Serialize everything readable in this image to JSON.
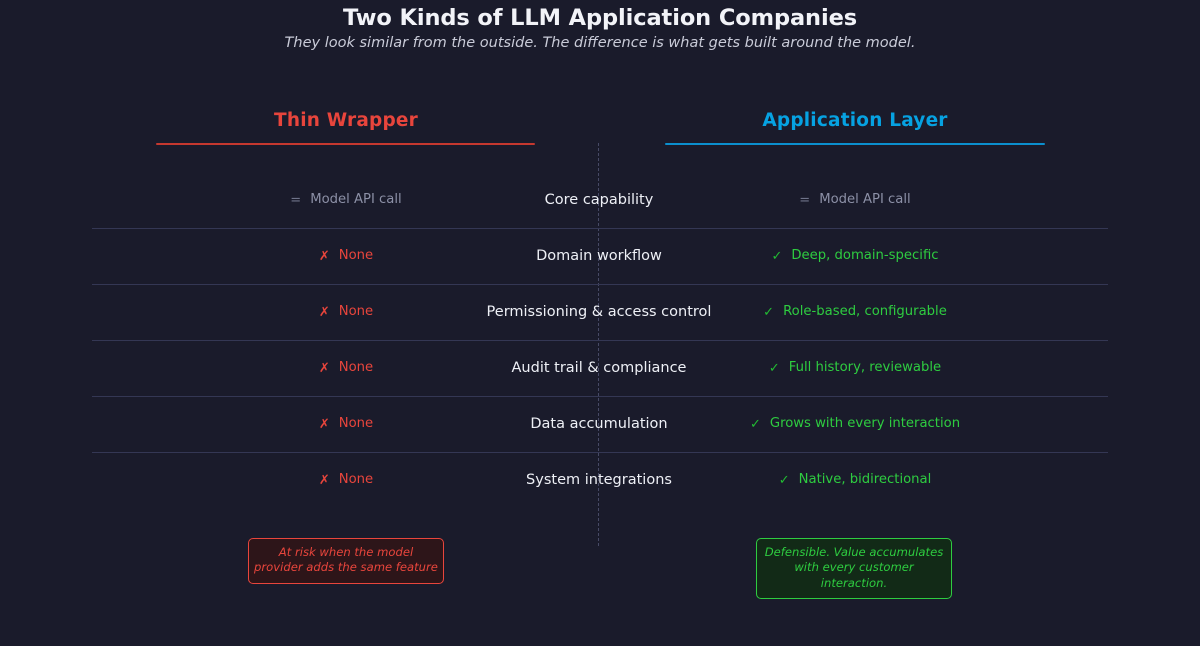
{
  "header": {
    "title": "Two Kinds of LLM Application Companies",
    "subtitle": "They look similar from the outside. The difference is what gets built around the model."
  },
  "columns": {
    "left": {
      "label": "Thin Wrapper",
      "color": "#e8453c"
    },
    "center": {
      "label": ""
    },
    "right": {
      "label": "Application Layer",
      "color": "#06a2e2"
    }
  },
  "icons": {
    "equals": "=",
    "cross": "✗",
    "check": "✓"
  },
  "rows": [
    {
      "capability": "Core capability",
      "left": {
        "mark": "=",
        "text": "Model API call",
        "tone": "mute"
      },
      "right": {
        "mark": "=",
        "text": "Model API call",
        "tone": "mute"
      }
    },
    {
      "capability": "Domain workflow",
      "left": {
        "mark": "✗",
        "text": "None",
        "tone": "neg"
      },
      "right": {
        "mark": "✓",
        "text": "Deep, domain-specific",
        "tone": "pos"
      }
    },
    {
      "capability": "Permissioning & access control",
      "left": {
        "mark": "✗",
        "text": "None",
        "tone": "neg"
      },
      "right": {
        "mark": "✓",
        "text": "Role-based, configurable",
        "tone": "pos"
      }
    },
    {
      "capability": "Audit trail & compliance",
      "left": {
        "mark": "✗",
        "text": "None",
        "tone": "neg"
      },
      "right": {
        "mark": "✓",
        "text": "Full history, reviewable",
        "tone": "pos"
      }
    },
    {
      "capability": "Data accumulation",
      "left": {
        "mark": "✗",
        "text": "None",
        "tone": "neg"
      },
      "right": {
        "mark": "✓",
        "text": "Grows with every interaction",
        "tone": "pos"
      }
    },
    {
      "capability": "System integrations",
      "left": {
        "mark": "✗",
        "text": "None",
        "tone": "neg"
      },
      "right": {
        "mark": "✓",
        "text": "Native, bidirectional",
        "tone": "pos"
      }
    }
  ],
  "callouts": {
    "left": {
      "text": "At risk when the model provider adds the same feature",
      "color": "#e8453c"
    },
    "right": {
      "text": "Defensible. Value accumulates with every customer interaction.",
      "color": "#2ecc40"
    }
  }
}
